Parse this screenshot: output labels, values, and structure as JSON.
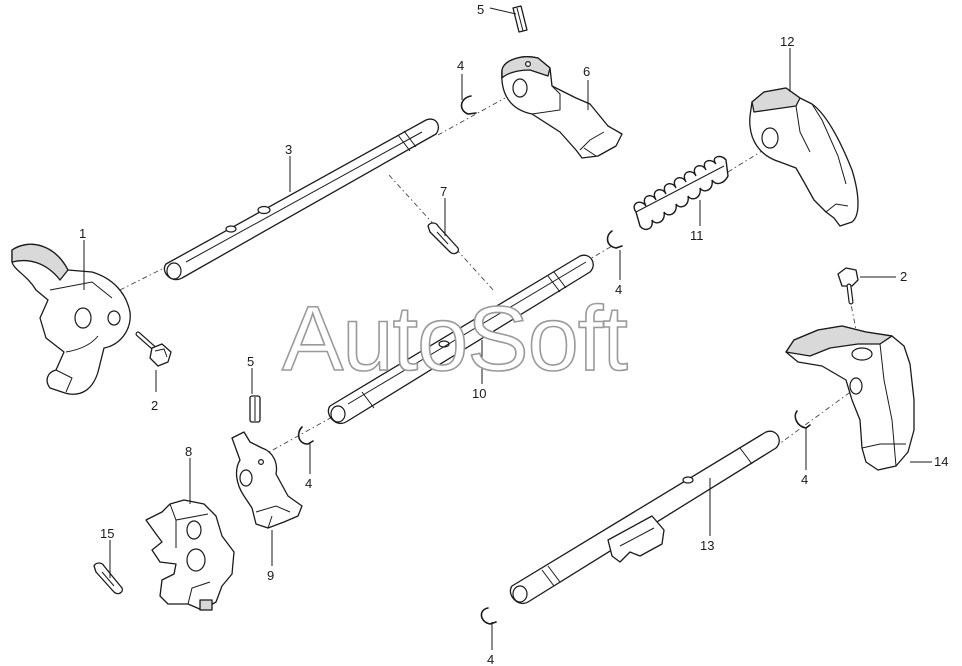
{
  "watermark": "AutoSoft",
  "callouts": {
    "c1": "1",
    "c2a": "2",
    "c2b": "2",
    "c3": "3",
    "c4a": "4",
    "c4b": "4",
    "c4c": "4",
    "c4d": "4",
    "c4e": "4",
    "c5a": "5",
    "c5b": "5",
    "c6": "6",
    "c7": "7",
    "c8": "8",
    "c9": "9",
    "c10": "10",
    "c11": "11",
    "c12": "12",
    "c13": "13",
    "c14": "14",
    "c15": "15"
  }
}
